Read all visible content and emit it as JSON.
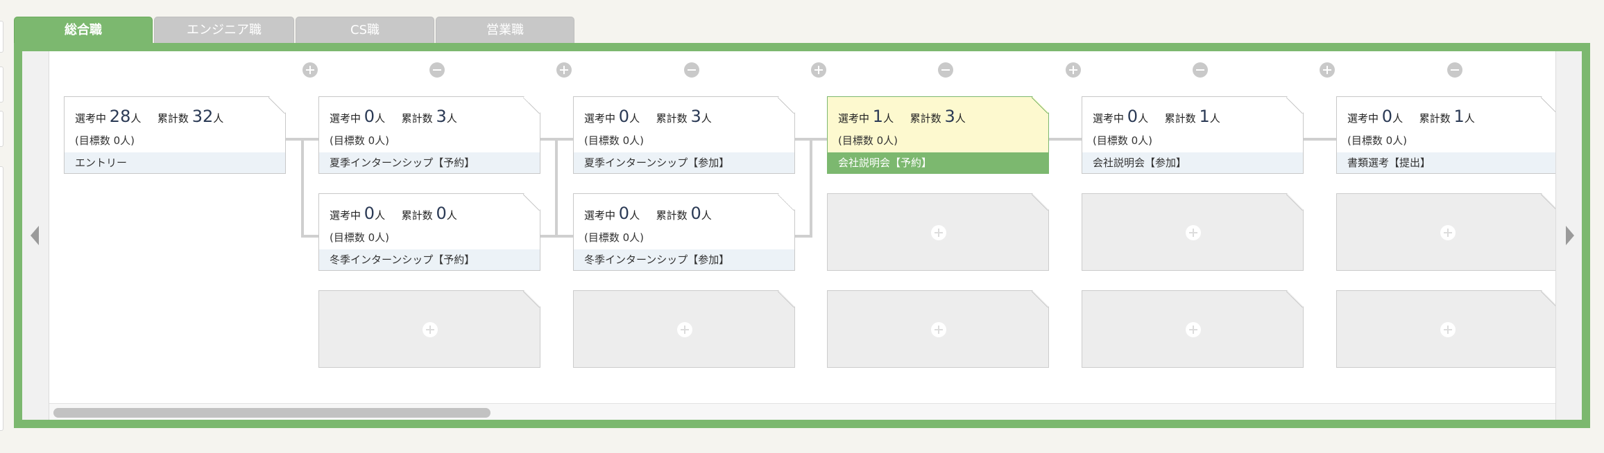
{
  "tabs": [
    {
      "label": "総合職",
      "active": true
    },
    {
      "label": "エンジニア職",
      "active": false
    },
    {
      "label": "CS職",
      "active": false
    },
    {
      "label": "営業職",
      "active": false
    }
  ],
  "text": {
    "in_progress": "選考中",
    "cumulative": "累計数",
    "person_unit": "人"
  },
  "cards": [
    {
      "in_progress": "28",
      "cumulative": "32",
      "target": "(目標数 0人)",
      "label": "エントリー"
    },
    {
      "in_progress": "0",
      "cumulative": "3",
      "target": "(目標数 0人)",
      "label": "夏季インターンシップ【予約】"
    },
    {
      "in_progress": "0",
      "cumulative": "0",
      "target": "(目標数 0人)",
      "label": "冬季インターンシップ【予約】"
    },
    {
      "in_progress": "0",
      "cumulative": "3",
      "target": "(目標数 0人)",
      "label": "夏季インターンシップ【参加】"
    },
    {
      "in_progress": "0",
      "cumulative": "0",
      "target": "(目標数 0人)",
      "label": "冬季インターンシップ【参加】"
    },
    {
      "in_progress": "1",
      "cumulative": "3",
      "target": "(目標数 0人)",
      "label": "会社説明会【予約】",
      "selected": true
    },
    {
      "in_progress": "0",
      "cumulative": "1",
      "target": "(目標数 0人)",
      "label": "会社説明会【参加】"
    },
    {
      "in_progress": "0",
      "cumulative": "1",
      "target": "(目標数 0人)",
      "label": "書類選考【提出】"
    }
  ],
  "icons": {
    "add_column": "plus-circle-icon",
    "remove_column": "minus-circle-icon",
    "add_stage": "plus-circle-icon",
    "scroll_left": "caret-left-icon",
    "scroll_right": "caret-right-icon"
  },
  "colors": {
    "accent": "#7cb86f",
    "selected_card": "#fdf9cf",
    "tab_inactive": "#c8c8c8"
  }
}
